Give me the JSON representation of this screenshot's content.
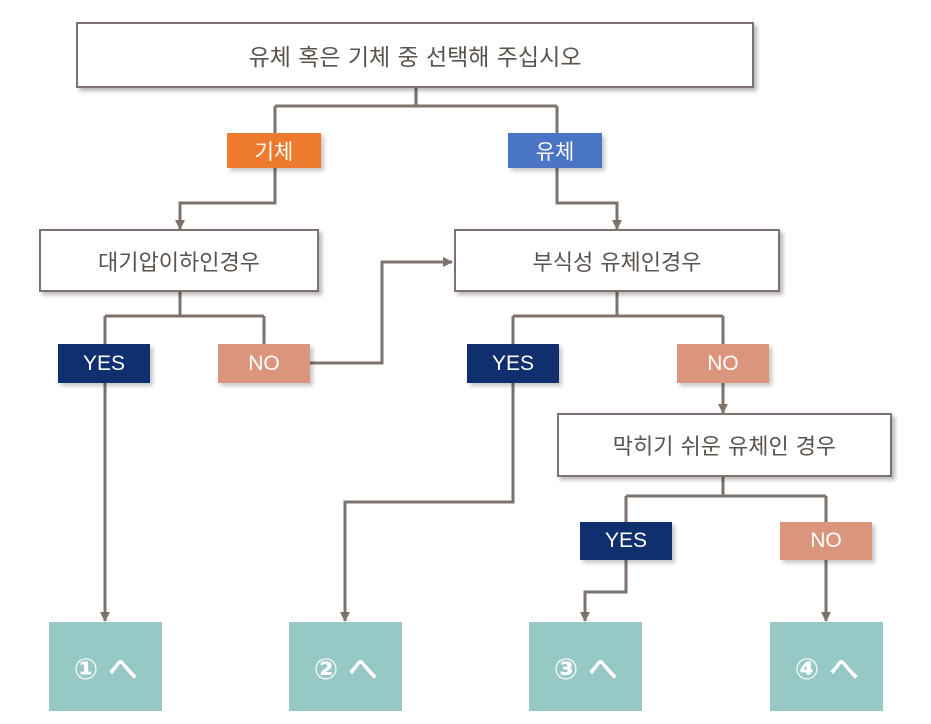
{
  "colors": {
    "line": "#7d736c",
    "gas": "#ee7a2f",
    "liquid": "#4a74c4",
    "yes": "#0f2f6e",
    "no": "#dc957d",
    "result": "#96c8c5"
  },
  "nodes": {
    "top": "유체 혹은 기체 중 선택해 주십시오",
    "gas_tag": "기체",
    "liquid_tag": "유체",
    "below_atm": "대기압이하인경우",
    "corrosive": "부식성 유체인경우",
    "clogging": "막히기 쉬운 유체인 경우"
  },
  "answers": {
    "yes": "YES",
    "no": "NO"
  },
  "results": [
    "① へ",
    "② へ",
    "③ へ",
    "④ へ"
  ]
}
